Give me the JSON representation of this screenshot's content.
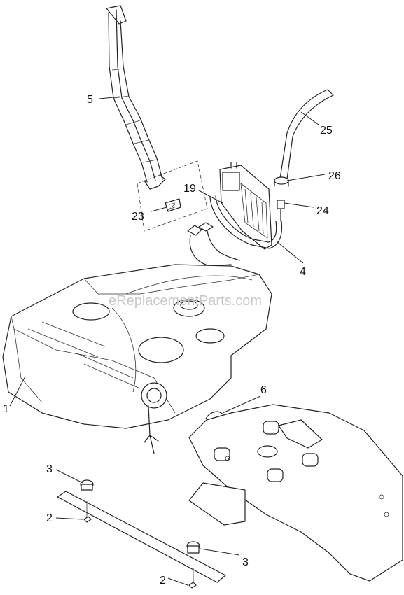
{
  "watermark": "eReplacementParts.com",
  "callouts": [
    {
      "id": "c5",
      "label": "5"
    },
    {
      "id": "c25",
      "label": "25"
    },
    {
      "id": "c26",
      "label": "26"
    },
    {
      "id": "c19",
      "label": "19"
    },
    {
      "id": "c24",
      "label": "24"
    },
    {
      "id": "c23",
      "label": "23"
    },
    {
      "id": "c4",
      "label": "4"
    },
    {
      "id": "c6",
      "label": "6"
    },
    {
      "id": "c1",
      "label": "1"
    },
    {
      "id": "c3a",
      "label": "3"
    },
    {
      "id": "c2a",
      "label": "2"
    },
    {
      "id": "c3b",
      "label": "3"
    },
    {
      "id": "c2b",
      "label": "2"
    }
  ]
}
